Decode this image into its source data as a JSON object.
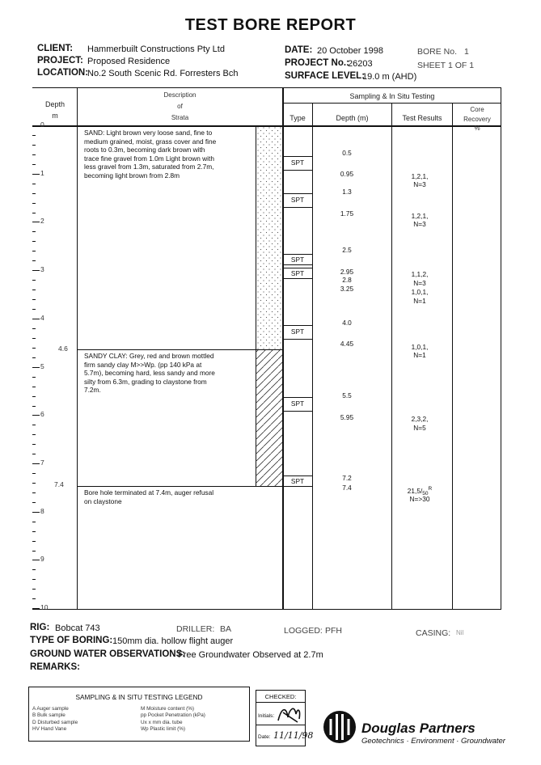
{
  "title": "TEST BORE REPORT",
  "header": {
    "client_label": "CLIENT:",
    "client": "Hammerbuilt Constructions Pty Ltd",
    "project_label": "PROJECT:",
    "project": "Proposed Residence",
    "location_label": "LOCATION:",
    "location": "No.2 South Scenic Rd. Forresters Bch",
    "date_label": "DATE:",
    "date": "20 October 1998",
    "project_no_label": "PROJECT No.:",
    "project_no": "26203",
    "surface_label": "SURFACE LEVEL:",
    "surface": "19.0 m (AHD)",
    "bore_label": "BORE No.",
    "bore_no": "1",
    "sheet_label": "SHEET",
    "sheet": "1 OF 1"
  },
  "table": {
    "depth_title": "Depth",
    "depth_unit": "m",
    "desc_title_1": "Description",
    "desc_title_2": "of",
    "desc_title_3": "Strata",
    "sampling_title": "Sampling & In Situ Testing",
    "type_title": "Type",
    "sdepth_title": "Depth (m)",
    "results_title": "Test Results",
    "core_title_1": "Core",
    "core_title_2": "Recovery",
    "core_title_3": "%",
    "depth_axis": [
      "0",
      "1",
      "2",
      "3",
      "4",
      "5",
      "6",
      "7",
      "8",
      "9",
      "10"
    ],
    "boundaries": [
      "4.6",
      "7.4"
    ],
    "strata": [
      "SAND: Light brown very loose sand, fine to",
      "medium grained, moist, grass cover and fine",
      "roots to 0.3m, becoming dark brown with",
      "trace fine gravel from 1.0m Light brown with",
      "less gravel from 1.3m, saturated from 2.7m,",
      "becoming light brown from 2.8m",
      "SANDY CLAY: Grey, red and brown mottled",
      "firm sandy clay M>>Wp.  (pp 140 kPa at",
      "5.7m), becoming hard, less sandy and more",
      "silty from 6.3m, grading to claystone from",
      "7.2m.",
      "Bore hole terminated at 7.4m, auger refusal",
      "on claystone"
    ],
    "types": [
      "SPT",
      "SPT",
      "SPT",
      "SPT",
      "SPT",
      "SPT",
      "SPT"
    ],
    "sample_depths": [
      "0.5",
      "0.95",
      "1.3",
      "1.75",
      "2.5",
      "2.95",
      "2.8",
      "3.25",
      "4.0",
      "4.45",
      "5.5",
      "5.95",
      "7.2",
      "7.4"
    ],
    "results": [
      "1,2,1,",
      "N=3",
      "1,2,1,",
      "N=3",
      "1,1,2,",
      "N=3",
      "1,0,1,",
      "N=1",
      "1,0,1,",
      "N=1",
      "2,3,2,",
      "N=5",
      "21,5/",
      "50",
      "R",
      "N=>30"
    ]
  },
  "footer": {
    "rig_label": "RIG:",
    "rig": "Bobcat 743",
    "driller_label": "DRILLER:",
    "driller": "BA",
    "logged_label": "LOGGED:",
    "logged": "PFH",
    "casing_label": "CASING:",
    "casing": "Nil",
    "boring_label": "TYPE OF BORING:",
    "boring": "150mm dia. hollow flight auger",
    "gw_label": "GROUND WATER OBSERVATIONS:",
    "gw": "Free Groundwater Observed at 2.7m",
    "remarks_label": "REMARKS:"
  },
  "legend": {
    "title": "SAMPLING & IN SITU TESTING LEGEND",
    "left": [
      "A  Auger sample",
      "B  Bulk sample",
      "D  Disturbed sample",
      "HV Hand Vane"
    ],
    "right": [
      "M  Moisture content (%)",
      "pp Pocket Penetration (kPa)",
      "Ux x mm dia. tube",
      "Wp Plastic limit (%)"
    ]
  },
  "checked": {
    "title": "CHECKED:",
    "initials_label": "Initials:",
    "date_label": "Date:",
    "date": "11/11/98"
  },
  "company": {
    "name": "Douglas Partners",
    "tagline": "Geotechnics · Environment · Groundwater"
  }
}
